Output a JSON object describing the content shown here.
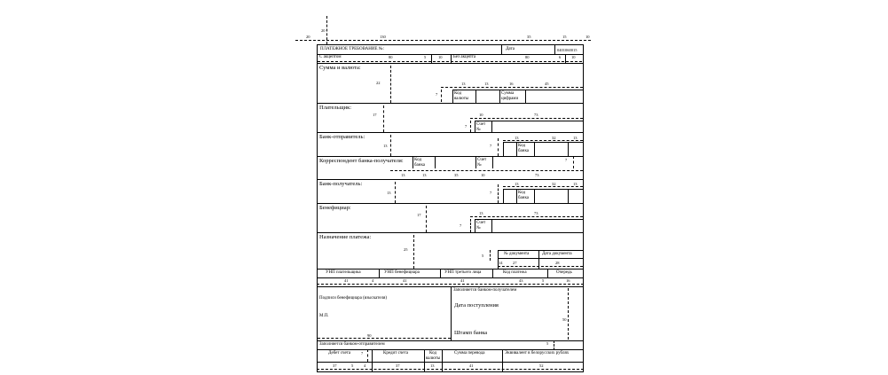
{
  "form": {
    "title": "ПЛАТЕЖНОЕ  ТРЕБОВАНИЕ №:",
    "date_label": "Дата",
    "form_code": "0401060015",
    "with_acceptance": "С акцептом",
    "without_acceptance": "Без акцепта",
    "amount_currency": "Сумма и валюта:",
    "currency_code": "Код валюты",
    "amount_digits": "Сумма цифрами",
    "payer": "Плательщик:",
    "account": "Счет №",
    "sender_bank": "Банк-отправитель:",
    "bank_code": "Код банка",
    "correspondent": "Корреспондент банка-получателя:",
    "receiver_bank": "Банк-получатель:",
    "beneficiary": "Бенефициар:",
    "purpose": "Назначение платежа:",
    "doc_number": "№ документа",
    "doc_date": "Дата документа",
    "unp_payer": "УНП плательщика",
    "unp_beneficiary": "УНП бенефициара",
    "unp_third": "УНП третьего лица",
    "payment_code": "Код платежа",
    "queue": "Очередь",
    "filled_receiver": "Заполняется банком-получателем",
    "signatures": "Подписи бенефициара (взыскателя)",
    "receipt_date": "Дата  поступления",
    "mp": "М.П.",
    "bank_stamp": "Штамп банка",
    "filled_sender": "Заполняется банком-отправителем",
    "debit": "Дебет  счета",
    "credit": "Кредит счета",
    "transfer_sum": "Сумма перевода",
    "byr_equiv": "Эквивалент в белорусских рублях"
  },
  "dimensions": {
    "top": [
      "20",
      "20",
      "130",
      "35",
      "15",
      "10"
    ],
    "row2": [
      "80",
      "5",
      "10",
      "80",
      "6",
      "10"
    ],
    "amount": [
      "22",
      "13",
      "13",
      "16",
      "45",
      "7"
    ],
    "payer": [
      "17",
      "10",
      "73",
      "7"
    ],
    "sender": [
      "13",
      "7",
      "13",
      "32",
      "13"
    ],
    "corr": [
      "7",
      "13",
      "13",
      "35",
      "10",
      "73"
    ],
    "recv": [
      "13",
      "7",
      "13",
      "32",
      "13"
    ],
    "benef": [
      "17",
      "13",
      "73",
      "7"
    ],
    "purpose": [
      "25",
      "5",
      "14",
      "27",
      "28"
    ],
    "unp": [
      "41",
      "4",
      "41",
      "41",
      "43",
      "5",
      "16"
    ],
    "sign": [
      "90",
      "50",
      "5"
    ],
    "bottom": [
      "7",
      "37",
      "5",
      "4",
      "37",
      "13",
      "41",
      "52"
    ]
  }
}
